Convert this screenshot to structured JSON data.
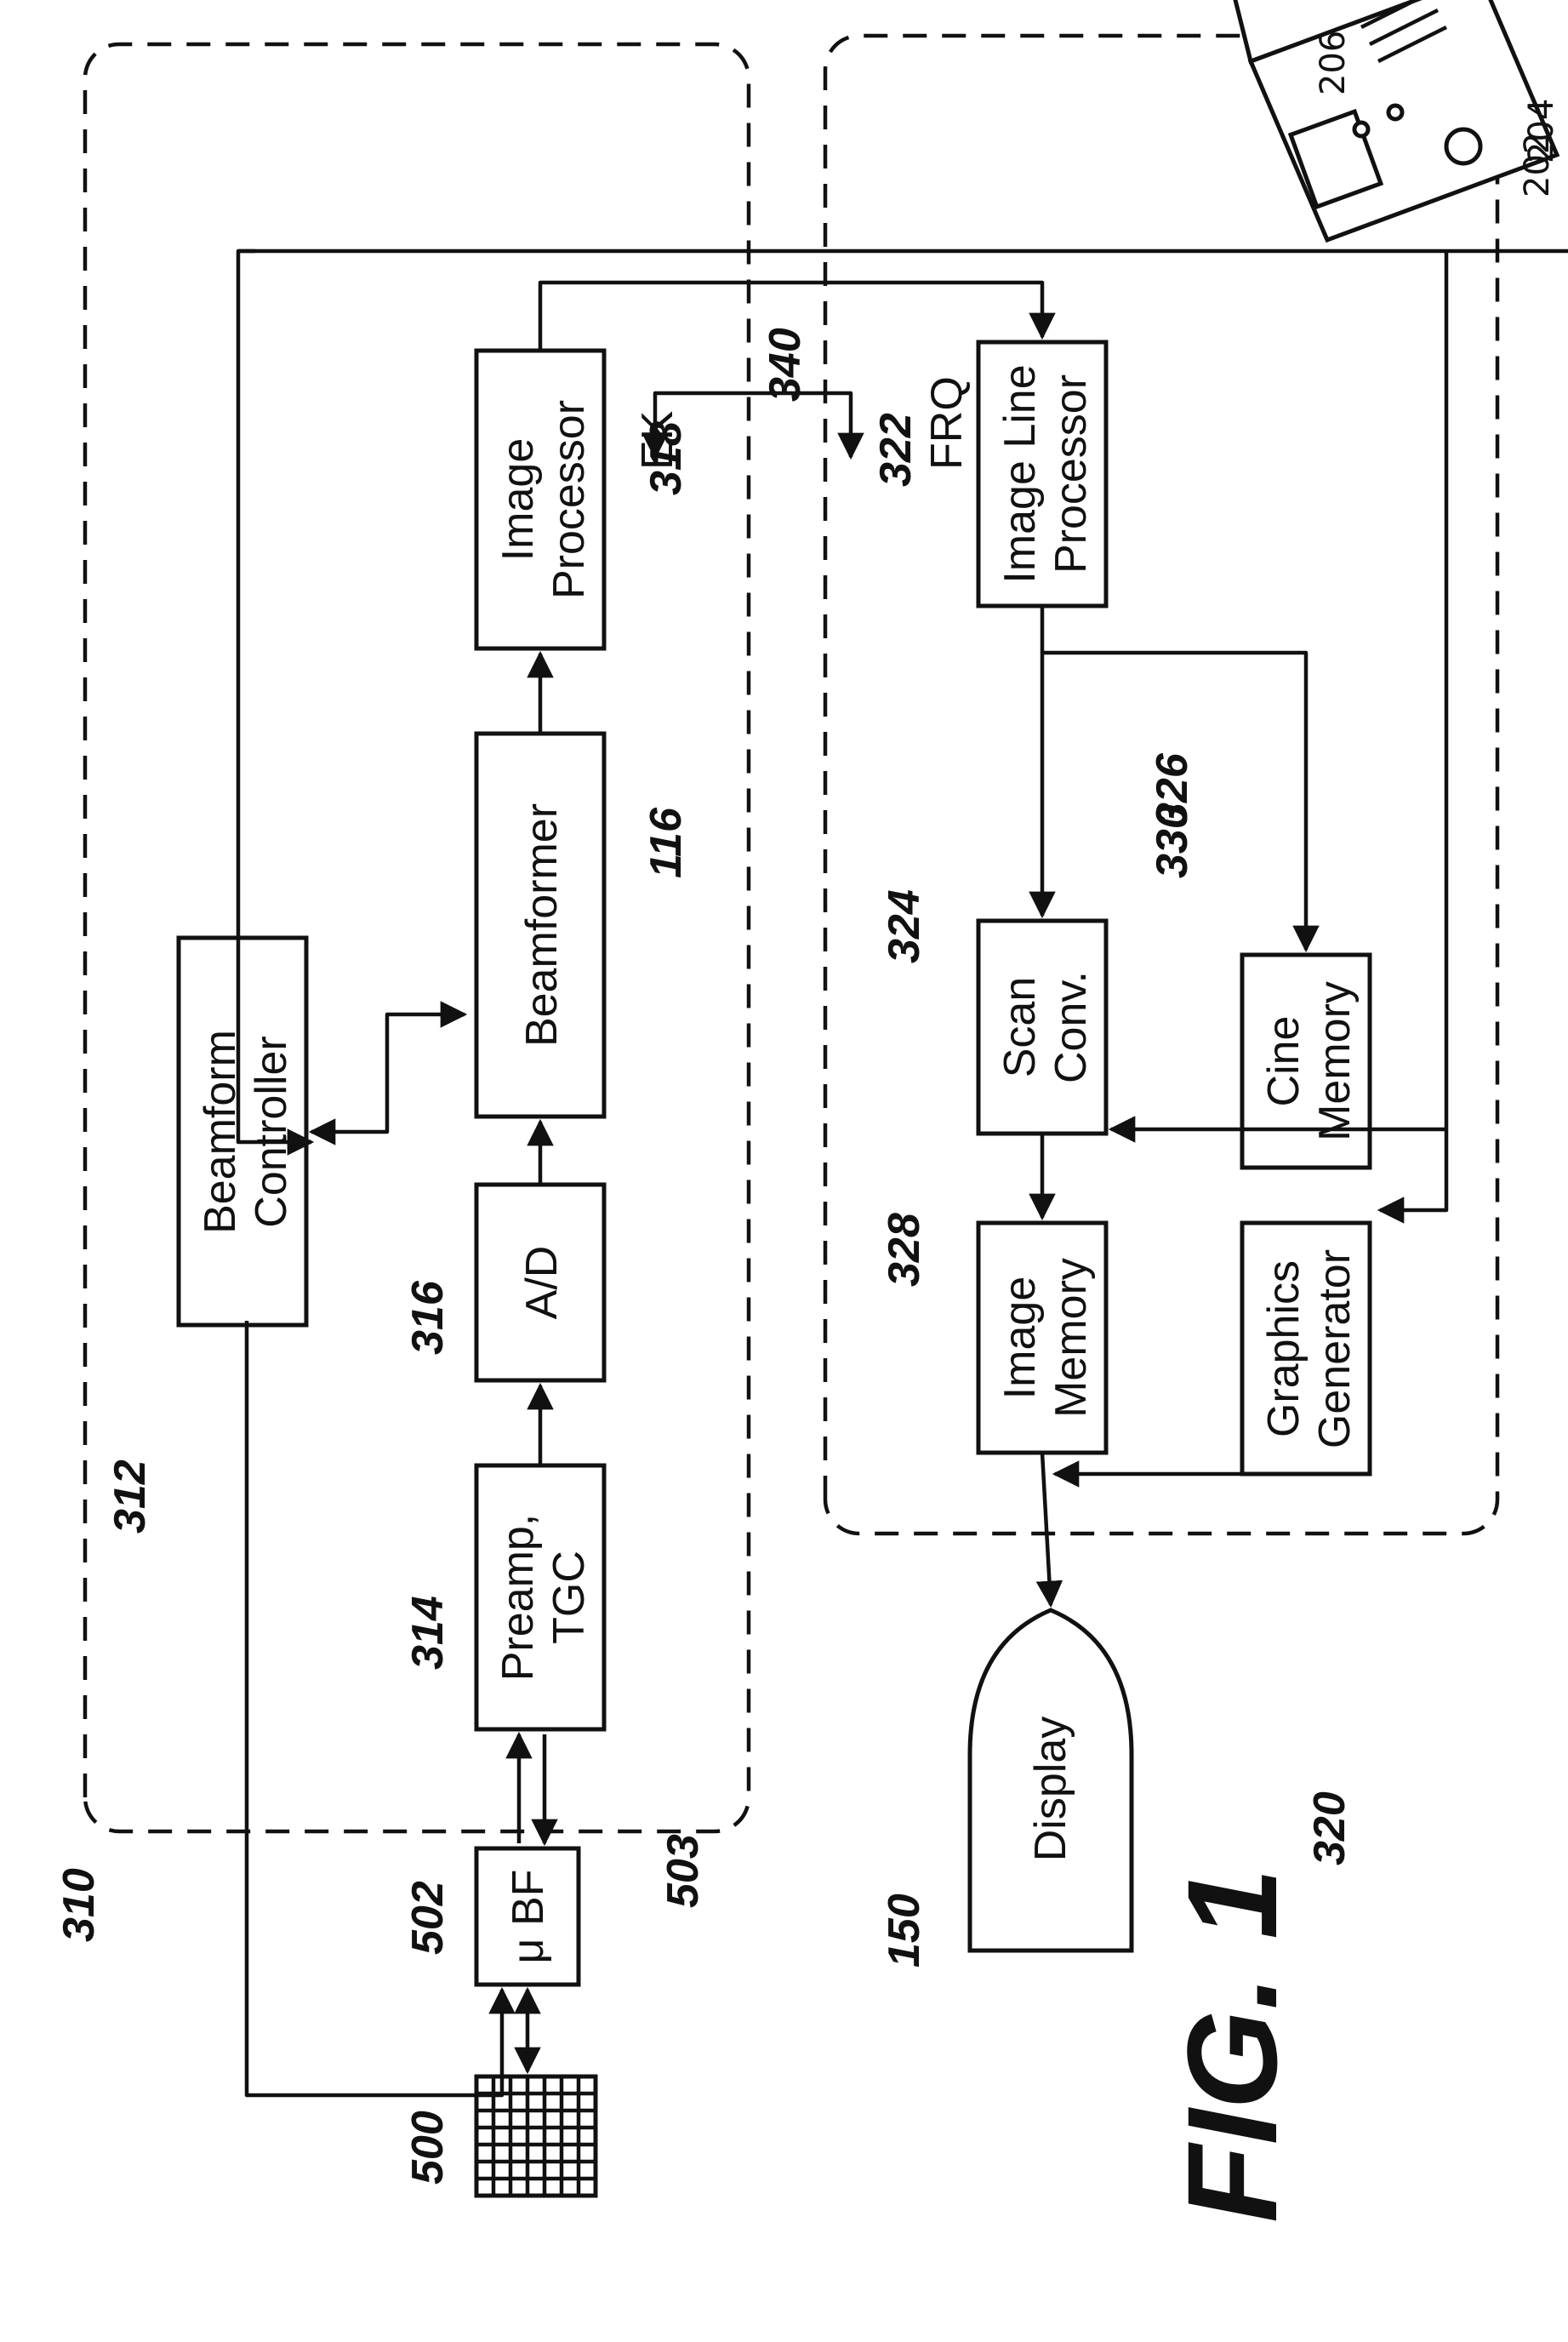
{
  "figure": {
    "title": "FIG. 1"
  },
  "groups": {
    "front_end_ref": "310",
    "back_end_ref": "320"
  },
  "blocks": {
    "transducer_array": {
      "ref": "500"
    },
    "micro_beamformer": {
      "line1": "μ BF",
      "ref": "502"
    },
    "cable_ref": "503",
    "preamp_tgc": {
      "line1": "Preamp,",
      "line2": "TGC",
      "ref": "314"
    },
    "ad_converter": {
      "line1": "A/D",
      "ref": "316"
    },
    "beamformer": {
      "line1": "Beamformer",
      "ref": "116"
    },
    "image_processor": {
      "line1": "Image",
      "line2": "Processor",
      "ref": "318"
    },
    "beamform_controller": {
      "line1": "Beamform",
      "line2": "Controller",
      "ref": "312"
    },
    "image_line_processor": {
      "line1": "Image Line",
      "line2": "Processor",
      "ref": "322"
    },
    "scan_converter": {
      "line1": "Scan",
      "line2": "Conv.",
      "ref": "324"
    },
    "cine_memory": {
      "line1": "Cine",
      "line2": "Memory",
      "ref": "326"
    },
    "image_memory": {
      "line1": "Image",
      "line2": "Memory",
      "ref": "328"
    },
    "graphics_generator": {
      "line1": "Graphics",
      "line2": "Generator",
      "ref": "330"
    },
    "display": {
      "line1": "Display",
      "ref": "150"
    }
  },
  "signals": {
    "ek": "EK",
    "frq": "FRQ",
    "ek_frq_ref": "340"
  },
  "control_panel": {
    "ref": "200",
    "knob_ref": "202",
    "button_ref": "204",
    "slider_ref": "206"
  }
}
